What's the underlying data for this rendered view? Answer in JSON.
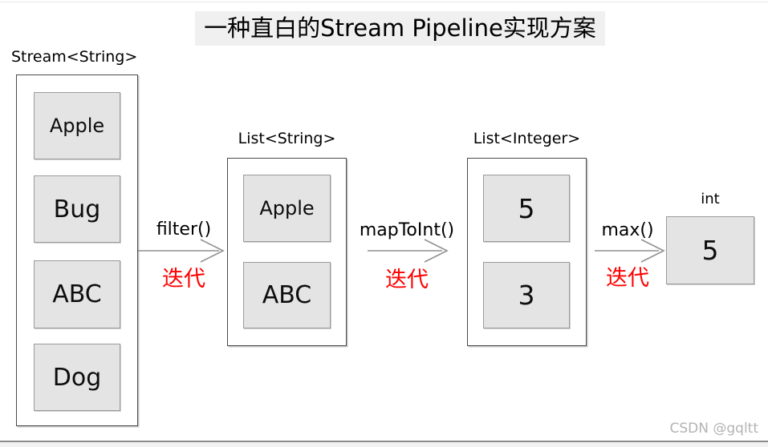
{
  "title": "一种直白的Stream Pipeline实现方案",
  "columns": [
    {
      "label": "Stream<String>",
      "items": [
        "Apple",
        "Bug",
        "ABC",
        "Dog"
      ]
    },
    {
      "label": "List<String>",
      "items": [
        "Apple",
        "ABC"
      ]
    },
    {
      "label": "List<Integer>",
      "items": [
        "5",
        "3"
      ]
    }
  ],
  "arrows": [
    {
      "label": "filter()",
      "sublabel": "迭代"
    },
    {
      "label": "mapToInt()",
      "sublabel": "迭代"
    },
    {
      "label": "max()",
      "sublabel": "迭代"
    }
  ],
  "result": {
    "label": "int",
    "value": "5"
  },
  "watermark": "CSDN @gqltt",
  "colors": {
    "iteration_red": "#ff0000",
    "cell_fill": "#e4e4e4",
    "cell_border": "#9b9b9b",
    "outer_border": "#4a4a4a",
    "arrow_gray": "#919191",
    "title_highlight": "#f0f0f0",
    "watermark_gray": "#b3b3b3"
  }
}
